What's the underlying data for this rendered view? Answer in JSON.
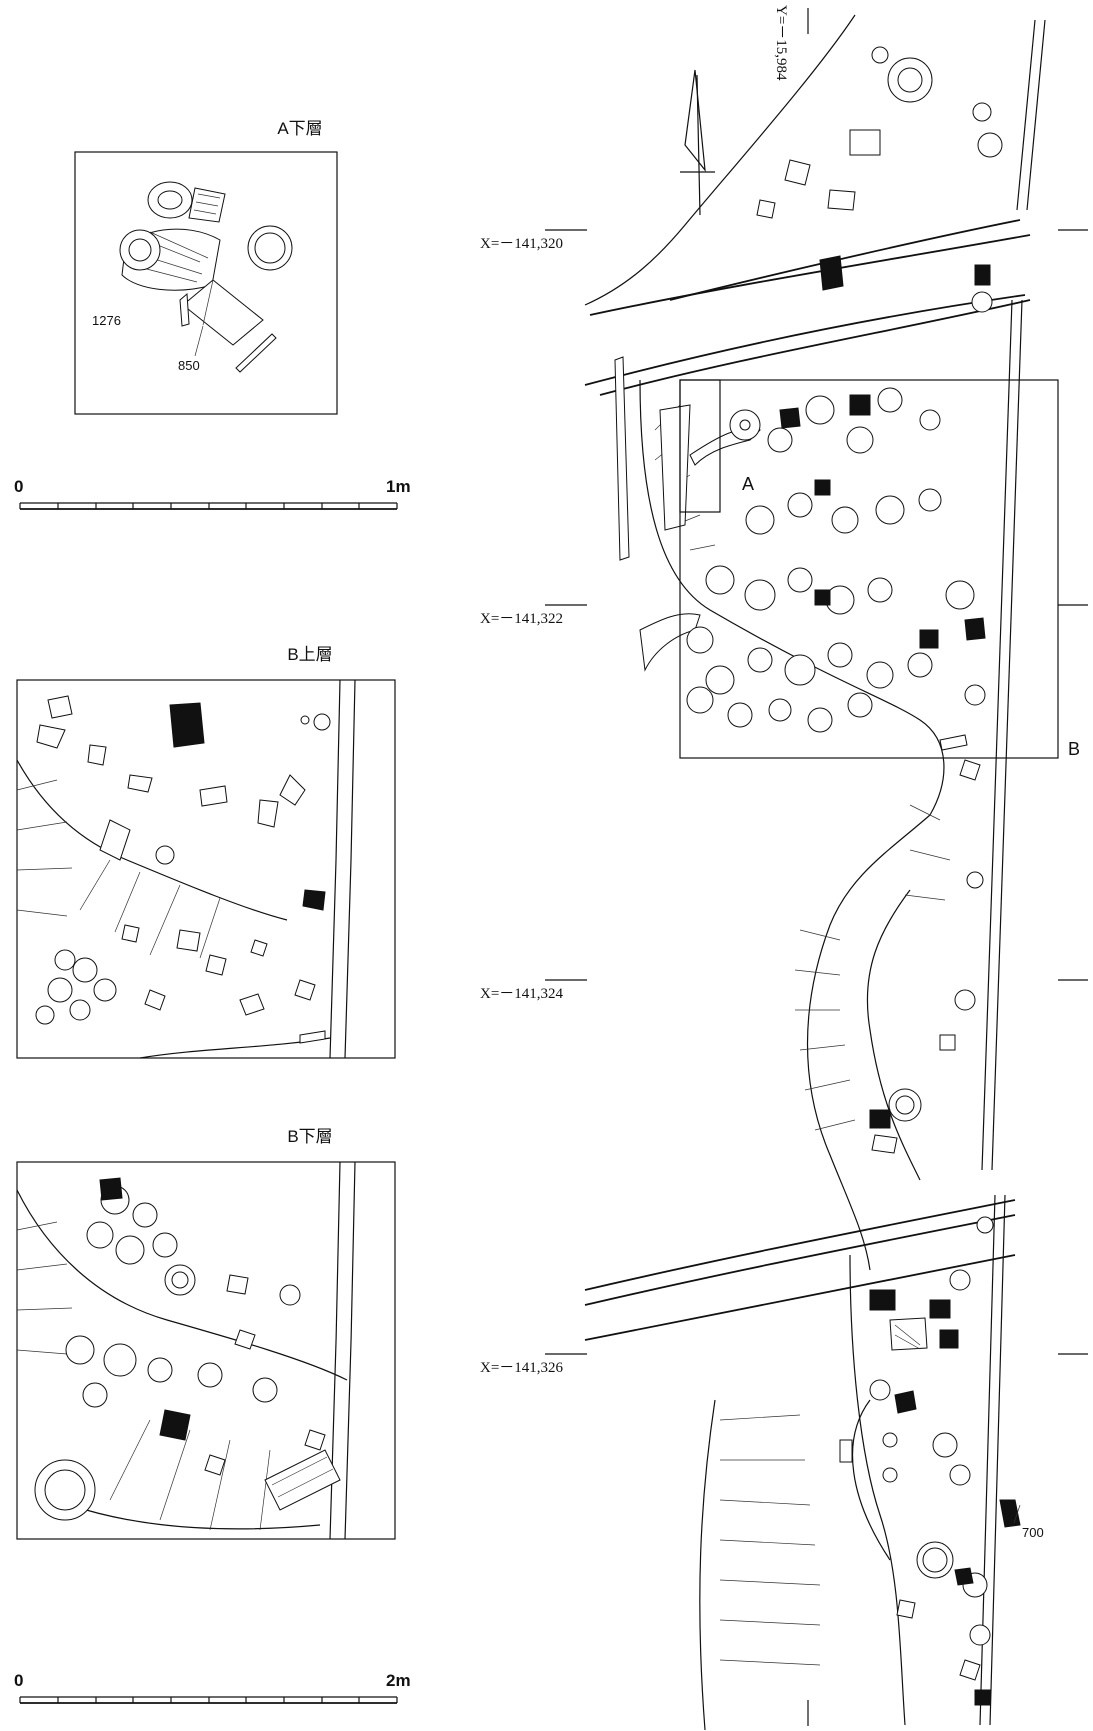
{
  "panels": {
    "a_lower": {
      "title": "A下層",
      "labels": [
        "1276",
        "850"
      ]
    },
    "b_upper": {
      "title": "B上層"
    },
    "b_lower": {
      "title": "B下層"
    }
  },
  "scale_bars": [
    {
      "start": "0",
      "end": "1m"
    },
    {
      "start": "0",
      "end": "2m"
    }
  ],
  "main_plan": {
    "y_coordinate": "Y=－15,984",
    "x_coordinates": [
      "X=－141,320",
      "X=－141,322",
      "X=－141,324",
      "X=－141,326"
    ],
    "area_labels": [
      "A",
      "B"
    ],
    "find_label": "700"
  }
}
